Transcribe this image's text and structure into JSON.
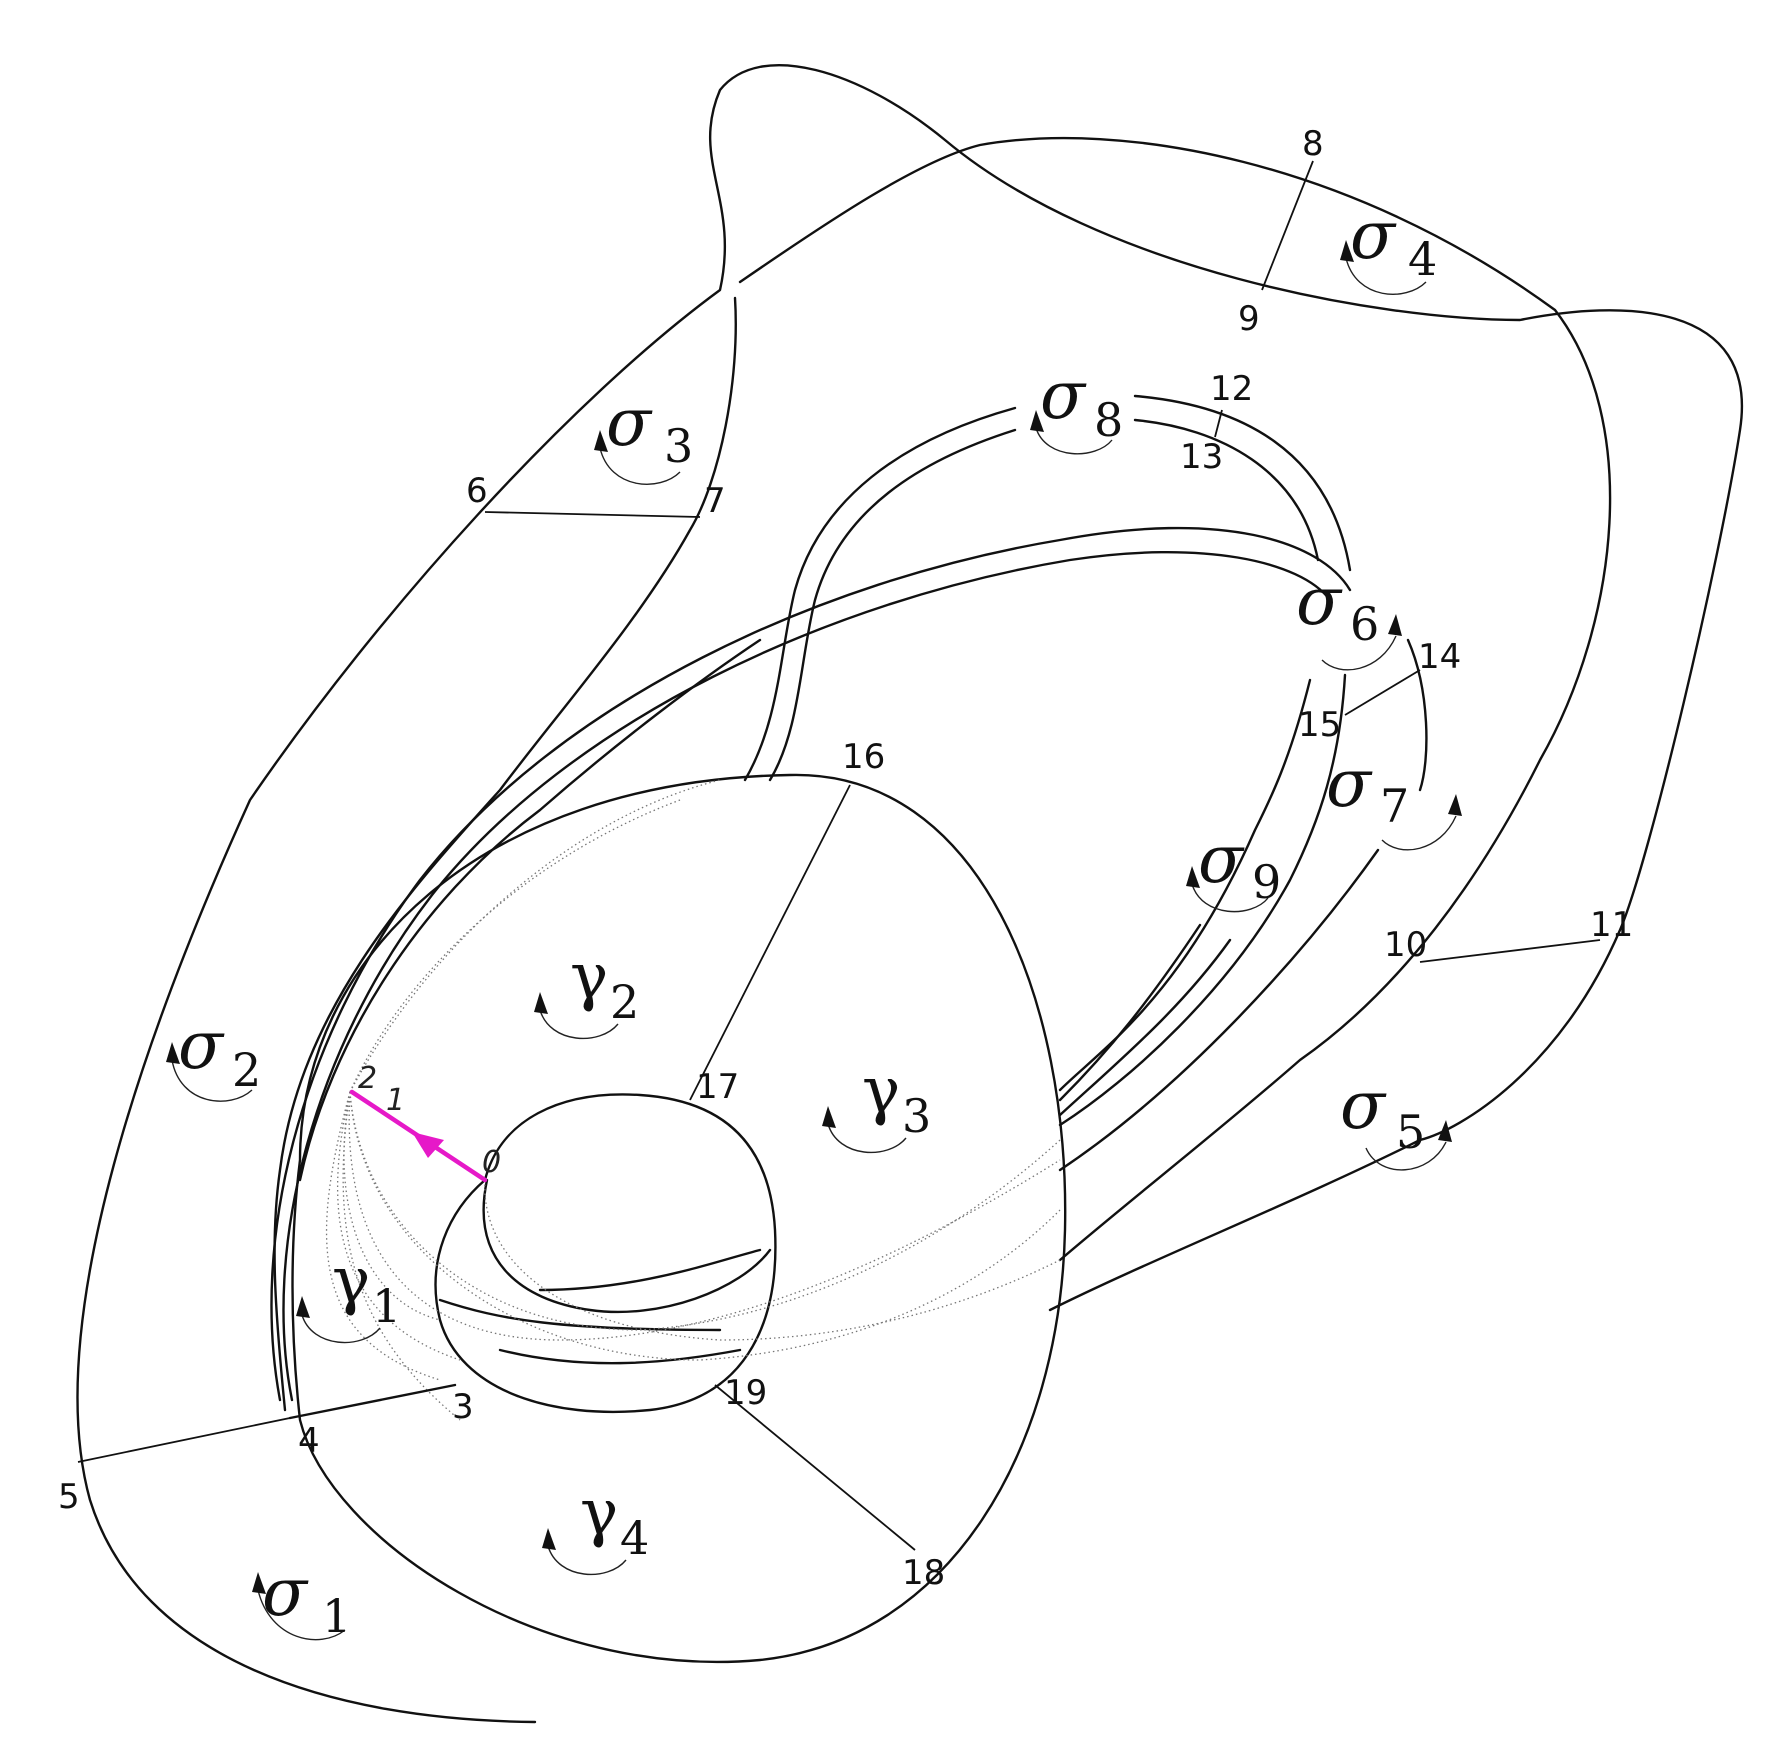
{
  "colors": {
    "line": "#111111",
    "highlight": "#e619c8",
    "dotted": "#777777"
  },
  "vertex_labels": [
    "0",
    "1",
    "2",
    "3",
    "4",
    "5",
    "6",
    "7",
    "8",
    "9",
    "10",
    "11",
    "12",
    "13",
    "14",
    "15",
    "16",
    "17",
    "18",
    "19"
  ],
  "regions": [
    {
      "symbol": "σ",
      "index": "1"
    },
    {
      "symbol": "σ",
      "index": "2"
    },
    {
      "symbol": "σ",
      "index": "3"
    },
    {
      "symbol": "σ",
      "index": "4"
    },
    {
      "symbol": "σ",
      "index": "5"
    },
    {
      "symbol": "σ",
      "index": "6"
    },
    {
      "symbol": "σ",
      "index": "7"
    },
    {
      "symbol": "σ",
      "index": "8"
    },
    {
      "symbol": "σ",
      "index": "9"
    },
    {
      "symbol": "γ",
      "index": "1"
    },
    {
      "symbol": "γ",
      "index": "2"
    },
    {
      "symbol": "γ",
      "index": "3"
    },
    {
      "symbol": "γ",
      "index": "4"
    }
  ]
}
